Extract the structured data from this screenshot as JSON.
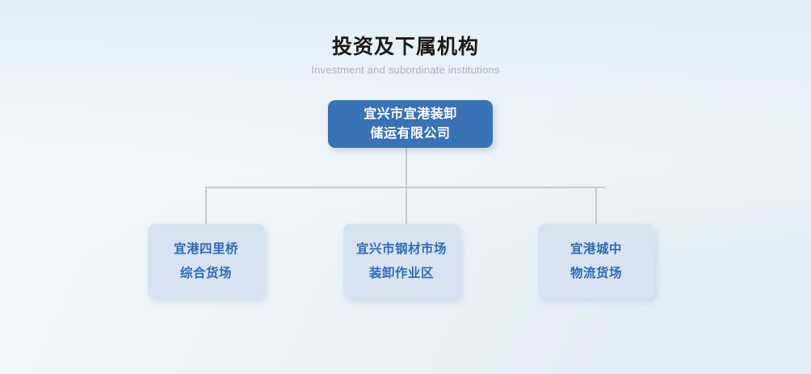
{
  "header": {
    "title": "投资及下属机构",
    "subtitle": "Investment and subordinate institutions"
  },
  "colors": {
    "root_box": "#3972b5",
    "root_text": "#ffffff",
    "child_box": "#d7e3f1",
    "child_text": "#2e6cb6",
    "connector": "#c9c9c9",
    "title_text": "#1a1a1a",
    "subtitle_text": "#b0b4b8",
    "background_top": "#e2edf6",
    "background_bottom": "#ffffff"
  },
  "org_chart": {
    "root": {
      "lines": [
        "宜兴市宜港装卸",
        "储运有限公司"
      ],
      "full_name": "宜兴市宜港装卸储运有限公司"
    },
    "children": [
      {
        "lines": [
          "宜港四里桥",
          "综合货场"
        ],
        "full_name": "宜港四里桥综合货场"
      },
      {
        "lines": [
          "宜兴市钢材市场",
          "装卸作业区"
        ],
        "full_name": "宜兴市钢材市场装卸作业区"
      },
      {
        "lines": [
          "宜港城中",
          "物流货场"
        ],
        "full_name": "宜港城中物流货场"
      }
    ]
  }
}
